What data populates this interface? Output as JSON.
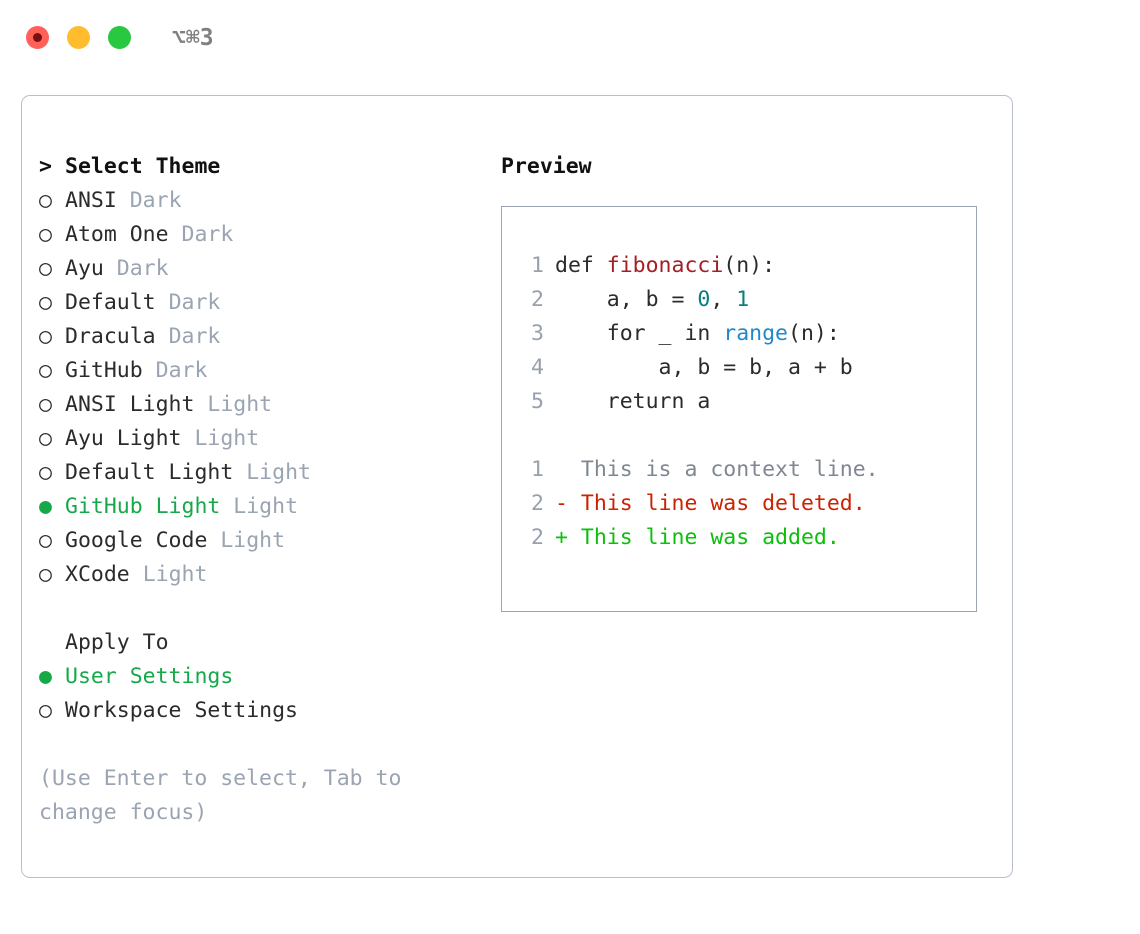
{
  "titlebar": {
    "shortcut": "⌥⌘3",
    "dots": [
      {
        "name": "close",
        "color": "#ff6058"
      },
      {
        "name": "minimize",
        "color": "#ffbd2e"
      },
      {
        "name": "maximize",
        "color": "#28c840"
      }
    ]
  },
  "colors": {
    "selected_green": "#17a84a",
    "diff_add": "#0ac00a",
    "diff_del": "#cc2200",
    "muted": "#9aa4b2",
    "func": "#a61d24",
    "number": "#0d7c7c",
    "builtin": "#2288cc",
    "border": "#b9c0ca"
  },
  "theme_list": {
    "heading_marker": ">",
    "heading": "Select Theme",
    "marker_off": "○",
    "marker_on": "●",
    "items": [
      {
        "name": "ANSI",
        "variant": "Dark",
        "selected": false
      },
      {
        "name": "Atom One",
        "variant": "Dark",
        "selected": false
      },
      {
        "name": "Ayu",
        "variant": "Dark",
        "selected": false
      },
      {
        "name": "Default",
        "variant": "Dark",
        "selected": false
      },
      {
        "name": "Dracula",
        "variant": "Dark",
        "selected": false
      },
      {
        "name": "GitHub",
        "variant": "Dark",
        "selected": false
      },
      {
        "name": "ANSI Light",
        "variant": "Light",
        "selected": false
      },
      {
        "name": "Ayu Light",
        "variant": "Light",
        "selected": false
      },
      {
        "name": "Default Light",
        "variant": "Light",
        "selected": false
      },
      {
        "name": "GitHub Light",
        "variant": "Light",
        "selected": true
      },
      {
        "name": "Google Code",
        "variant": "Light",
        "selected": false
      },
      {
        "name": "XCode",
        "variant": "Light",
        "selected": false
      }
    ]
  },
  "apply_to": {
    "heading": "Apply To",
    "items": [
      {
        "name": "User Settings",
        "selected": true
      },
      {
        "name": "Workspace Settings",
        "selected": false
      }
    ]
  },
  "hint": "(Use Enter to select, Tab to change focus)",
  "preview": {
    "title": "Preview",
    "code_lines": [
      {
        "no": "1",
        "segments": [
          {
            "t": "def ",
            "c": "plain"
          },
          {
            "t": "fibonacci",
            "c": "func"
          },
          {
            "t": "(n):",
            "c": "plain"
          }
        ]
      },
      {
        "no": "2",
        "segments": [
          {
            "t": "    a, b = ",
            "c": "plain"
          },
          {
            "t": "0",
            "c": "num"
          },
          {
            "t": ", ",
            "c": "plain"
          },
          {
            "t": "1",
            "c": "num"
          }
        ]
      },
      {
        "no": "3",
        "segments": [
          {
            "t": "    for _ in ",
            "c": "plain"
          },
          {
            "t": "range",
            "c": "bi"
          },
          {
            "t": "(n):",
            "c": "plain"
          }
        ]
      },
      {
        "no": "4",
        "segments": [
          {
            "t": "        a, b = b, a + b",
            "c": "plain"
          }
        ]
      },
      {
        "no": "5",
        "segments": [
          {
            "t": "    return a",
            "c": "plain"
          }
        ]
      }
    ],
    "diff_lines": [
      {
        "no": "1",
        "sign": "  ",
        "text": "This is a context line.",
        "kind": "ctx"
      },
      {
        "no": "2",
        "sign": "- ",
        "text": "This line was deleted.",
        "kind": "del"
      },
      {
        "no": "2",
        "sign": "+ ",
        "text": "This line was added.",
        "kind": "add"
      }
    ]
  }
}
